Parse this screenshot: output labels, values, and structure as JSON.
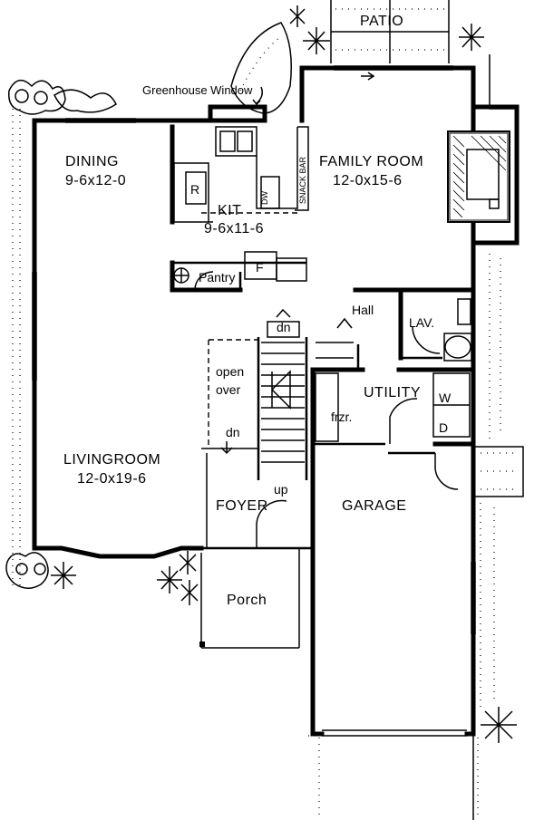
{
  "rooms": {
    "patio": "PATIO",
    "greenhouse": "Greenhouse Window",
    "dining_name": "DINING",
    "dining_size": "9-6x12-0",
    "family_name": "FAMILY ROOM",
    "family_size": "12-0x15-6",
    "kit_name": "KIT",
    "kit_size": "9-6x11-6",
    "refrigerator": "R",
    "dishwasher": "DW",
    "snack_bar": "SNACK BAR",
    "pantry": "Pantry",
    "freezer_f": "F",
    "hall": "Hall",
    "lav": "LAV.",
    "dn_top": "dn",
    "open_over_1": "open",
    "open_over_2": "over",
    "dn_living": "dn",
    "utility": "UTILITY",
    "washer": "W",
    "dryer": "D",
    "frzr": "frzr.",
    "living_name": "LIVINGROOM",
    "living_size": "12-0x19-6",
    "up": "up",
    "foyer": "FOYER",
    "garage": "GARAGE",
    "porch": "Porch"
  },
  "colors": {
    "ink": "#000000",
    "paper": "#ffffff"
  }
}
